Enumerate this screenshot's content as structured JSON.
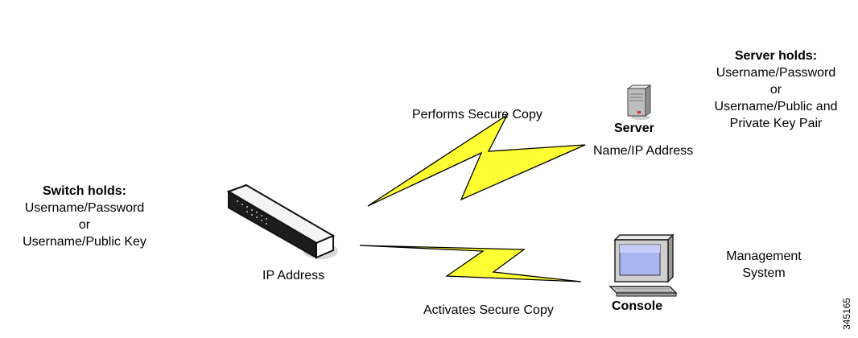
{
  "switch_block": {
    "title": "Switch holds:",
    "line1": "Username/Password",
    "line2": "or",
    "line3": "Username/Public Key"
  },
  "switch": {
    "label": "IP Address"
  },
  "server_block": {
    "title": "Server holds:",
    "line1": "Username/Password",
    "line2": "or",
    "line3": "Username/Public and",
    "line4": "Private Key Pair"
  },
  "server": {
    "title": "Server",
    "subtitle": "Name/IP Address"
  },
  "console": {
    "title": "Console"
  },
  "management": {
    "line1": "Management",
    "line2": "System"
  },
  "links": {
    "top": "Performs Secure Copy",
    "bottom": "Activates Secure Copy"
  },
  "figure_id": "345165",
  "colors": {
    "bolt_fill": "#ffff33",
    "bolt_stroke": "#000000",
    "device_dark": "#1a1a1a",
    "server_gray": "#b8b8b8",
    "screen_blue": "#aab6f0"
  }
}
